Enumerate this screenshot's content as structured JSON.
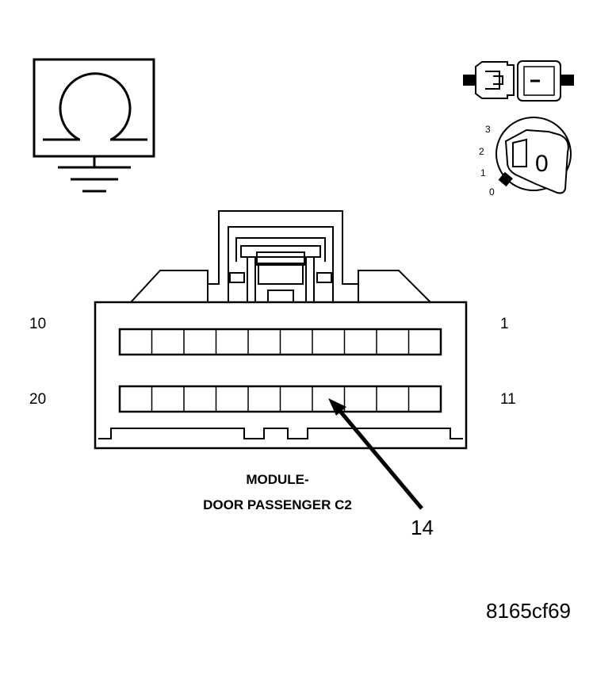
{
  "connector": {
    "pin_top_left": "10",
    "pin_top_right": "1",
    "pin_bottom_left": "20",
    "pin_bottom_right": "11",
    "rows": 2,
    "cells_per_row": 10,
    "caption_line1": "MODULE-",
    "caption_line2": "DOOR PASSENGER C2"
  },
  "callout": {
    "label": "14"
  },
  "ignition": {
    "positions": [
      "3",
      "2",
      "1",
      "0"
    ],
    "key_label": "0"
  },
  "figure_code": "8165cf69",
  "icons": [
    "ohmmeter-icon",
    "ground-icon",
    "connector-unplugged-icon",
    "ignition-key-icon"
  ],
  "colors": {
    "line": "#000000",
    "background": "#ffffff"
  }
}
